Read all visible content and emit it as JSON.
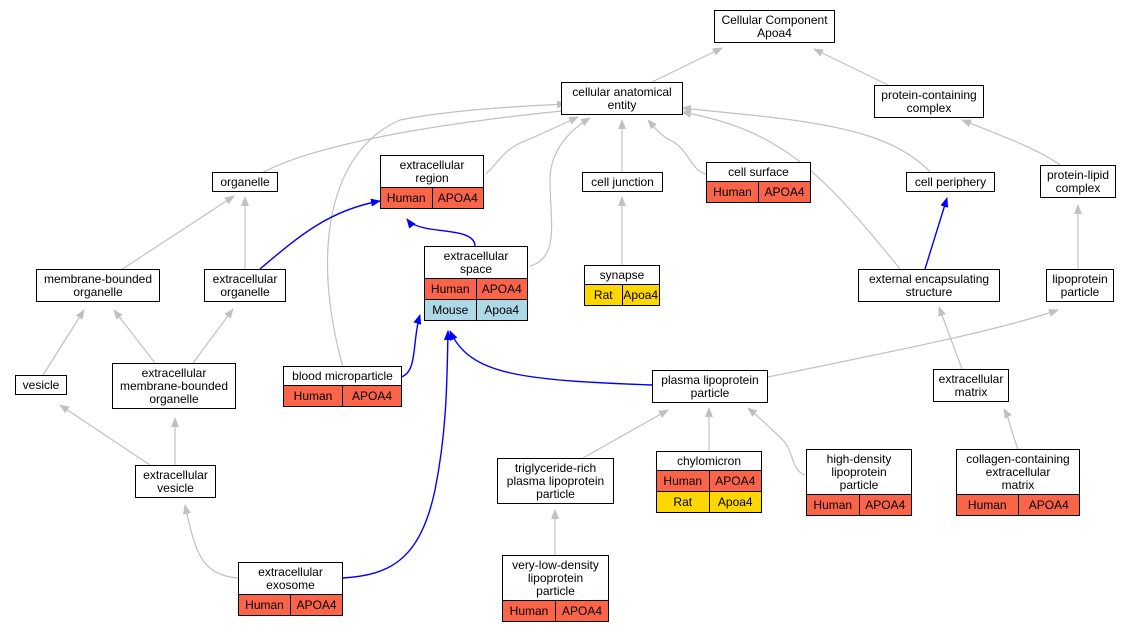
{
  "colors": {
    "human": "#fa6449",
    "rat": "#ffd700",
    "mouse": "#add8e6",
    "edge_gray": "#c0c0c0",
    "edge_blue": "#0000ff"
  },
  "nodes": {
    "root": {
      "lines": [
        "Cellular Component",
        "Apoa4"
      ]
    },
    "cae": {
      "lines": [
        "cellular anatomical",
        "entity"
      ]
    },
    "pcc": {
      "lines": [
        "protein-containing",
        "complex"
      ]
    },
    "organelle": {
      "lines": [
        "organelle"
      ]
    },
    "ecr": {
      "lines": [
        "extracellular",
        "region"
      ],
      "rows": [
        [
          "Human",
          "APOA4"
        ]
      ]
    },
    "cj": {
      "lines": [
        "cell junction"
      ]
    },
    "cs": {
      "lines": [
        "cell surface"
      ],
      "rows": [
        [
          "Human",
          "APOA4"
        ]
      ]
    },
    "cp": {
      "lines": [
        "cell periphery"
      ]
    },
    "plc": {
      "lines": [
        "protein-lipid",
        "complex"
      ]
    },
    "mbo": {
      "lines": [
        "membrane-bounded",
        "organelle"
      ]
    },
    "eco": {
      "lines": [
        "extracellular",
        "organelle"
      ]
    },
    "ecs": {
      "lines": [
        "extracellular",
        "space"
      ],
      "rows": [
        [
          "Human",
          "APOA4"
        ],
        [
          "Mouse",
          "Apoa4"
        ]
      ]
    },
    "syn": {
      "lines": [
        "synapse"
      ],
      "rows": [
        [
          "Rat",
          "Apoa4"
        ]
      ]
    },
    "ees": {
      "lines": [
        "external encapsulating",
        "structure"
      ]
    },
    "lpp": {
      "lines": [
        "lipoprotein",
        "particle"
      ]
    },
    "ves": {
      "lines": [
        "vesicle"
      ]
    },
    "embo": {
      "lines": [
        "extracellular",
        "membrane-bounded",
        "organelle"
      ]
    },
    "bmp": {
      "lines": [
        "blood microparticle"
      ],
      "rows": [
        [
          "Human",
          "APOA4"
        ]
      ]
    },
    "plp": {
      "lines": [
        "plasma lipoprotein",
        "particle"
      ]
    },
    "ecm": {
      "lines": [
        "extracellular",
        "matrix"
      ]
    },
    "ecv": {
      "lines": [
        "extracellular",
        "vesicle"
      ]
    },
    "trl": {
      "lines": [
        "triglyceride-rich",
        "plasma lipoprotein",
        "particle"
      ]
    },
    "chy": {
      "lines": [
        "chylomicron"
      ],
      "rows": [
        [
          "Human",
          "APOA4"
        ],
        [
          "Rat",
          "Apoa4"
        ]
      ]
    },
    "hdl": {
      "lines": [
        "high-density",
        "lipoprotein",
        "particle"
      ],
      "rows": [
        [
          "Human",
          "APOA4"
        ]
      ]
    },
    "cce": {
      "lines": [
        "collagen-containing",
        "extracellular",
        "matrix"
      ],
      "rows": [
        [
          "Human",
          "APOA4"
        ]
      ]
    },
    "exo": {
      "lines": [
        "extracellular",
        "exosome"
      ],
      "rows": [
        [
          "Human",
          "APOA4"
        ]
      ]
    },
    "vldl": {
      "lines": [
        "very-low-density",
        "lipoprotein",
        "particle"
      ],
      "rows": [
        [
          "Human",
          "APOA4"
        ]
      ]
    }
  }
}
